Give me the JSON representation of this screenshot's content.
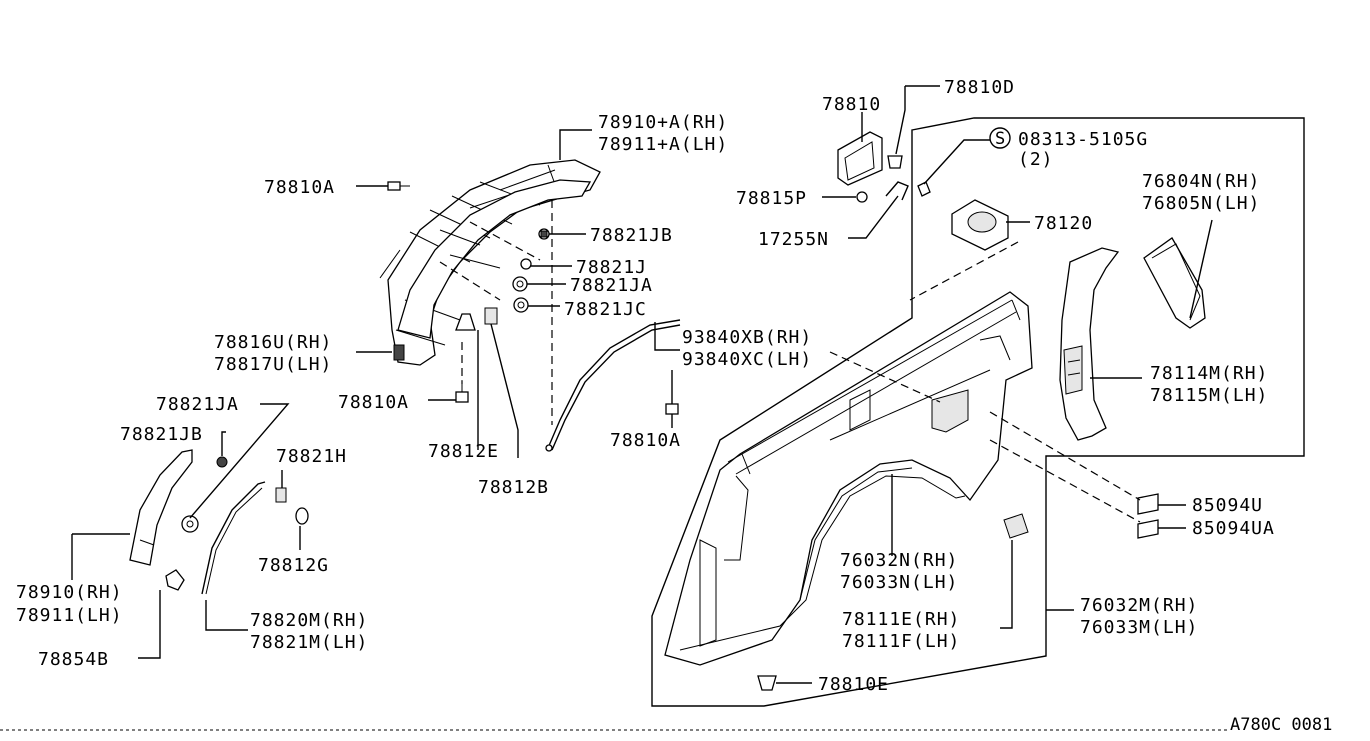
{
  "diagram": {
    "reference_code": "A780C 0081",
    "labels": {
      "p78910A_rh": "78910+A(RH)",
      "p78911A_lh": "78911+A(LH)",
      "p78810A_top": "78810A",
      "p78821JB_top": "78821JB",
      "p78821J": "78821J",
      "p78821JA_top": "78821JA",
      "p78821JC": "78821JC",
      "p78816U_rh": "78816U(RH)",
      "p78817U_lh": "78817U(LH)",
      "p78810A_mid": "78810A",
      "p78812E": "78812E",
      "p78812B": "78812B",
      "p93840XB_rh": "93840XB(RH)",
      "p93840XC_lh": "93840XC(LH)",
      "p78810A_right": "78810A",
      "p78821JA_left": "78821JA",
      "p78821JB_left": "78821JB",
      "p78821H": "78821H",
      "p78812G": "78812G",
      "p78910_rh": "78910(RH)",
      "p78911_lh": "78911(LH)",
      "p78854B": "78854B",
      "p78820M_rh": "78820M(RH)",
      "p78821M_lh": "78821M(LH)",
      "p78810": "78810",
      "p78810D": "78810D",
      "p08313_5105G": "08313-5105G",
      "p08313_qty": "(2)",
      "screw_symbol": "S",
      "p78815P": "78815P",
      "p17255N": "17255N",
      "p78120": "78120",
      "p76804N_rh": "76804N(RH)",
      "p76805N_lh": "76805N(LH)",
      "p78114M_rh": "78114M(RH)",
      "p78115M_lh": "78115M(LH)",
      "p85094U": "85094U",
      "p85094UA": "85094UA",
      "p76032N_rh": "76032N(RH)",
      "p76033N_lh": "76033N(LH)",
      "p78111E_rh": "78111E(RH)",
      "p78111F_lh": "78111F(LH)",
      "p76032M_rh": "76032M(RH)",
      "p76033M_lh": "76033M(LH)",
      "p78810E": "78810E"
    }
  }
}
